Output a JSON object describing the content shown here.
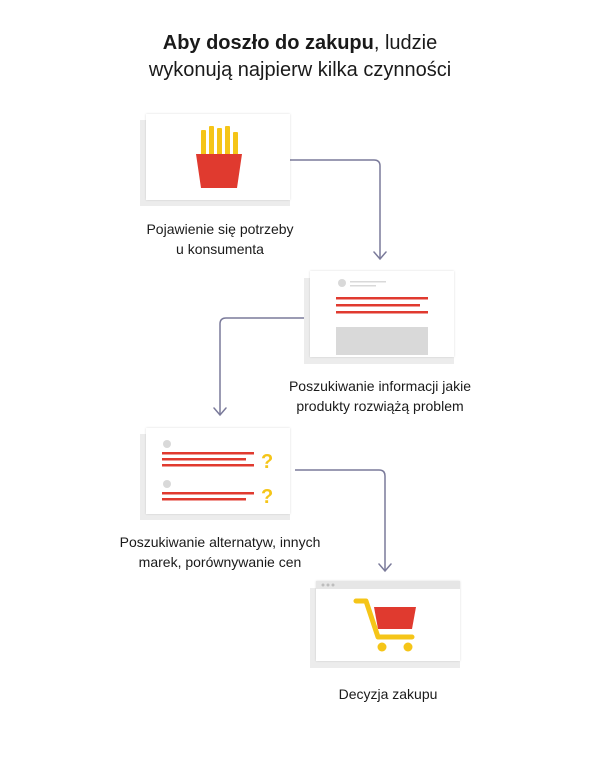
{
  "title": {
    "bold": "Aby doszło do zakupu",
    "rest": ", ludzie",
    "line2": "wykonują najpierw kilka czynności"
  },
  "steps": [
    {
      "line1": "Pojawienie się potrzeby",
      "line2": "u konsumenta",
      "icon": "fries-icon"
    },
    {
      "line1": "Poszukiwanie informacji jakie",
      "line2": "produkty rozwiążą problem",
      "icon": "article-icon"
    },
    {
      "line1": "Poszukiwanie alternatyw, innych",
      "line2": "marek, porównywanie cen",
      "icon": "comparison-icon"
    },
    {
      "line1": "Decyzja zakupu",
      "line2": "",
      "icon": "shopping-cart-icon"
    }
  ],
  "colors": {
    "red": "#e03a2f",
    "yellow": "#f5c518",
    "connector": "#7a7a9a",
    "gray": "#d9d9d9"
  }
}
